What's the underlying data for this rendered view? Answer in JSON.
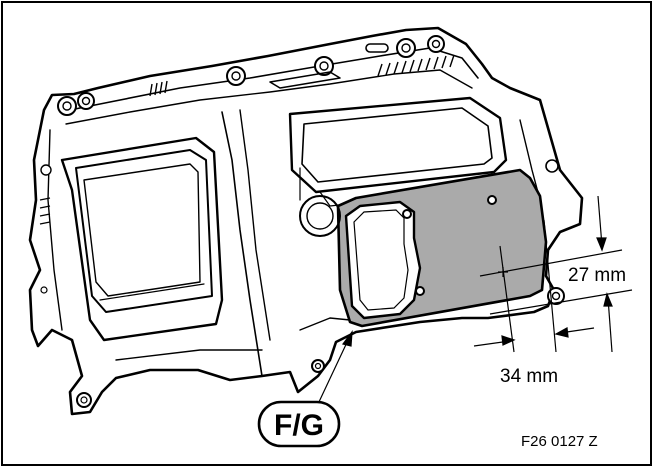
{
  "diagram": {
    "dimension_vertical": "27 mm",
    "dimension_horizontal": "34 mm",
    "callout_label": "F/G",
    "figure_code": "F26 0127 Z"
  },
  "colors": {
    "line": "#000000",
    "panel_fill": "#aaaaaa",
    "background": "#ffffff"
  }
}
